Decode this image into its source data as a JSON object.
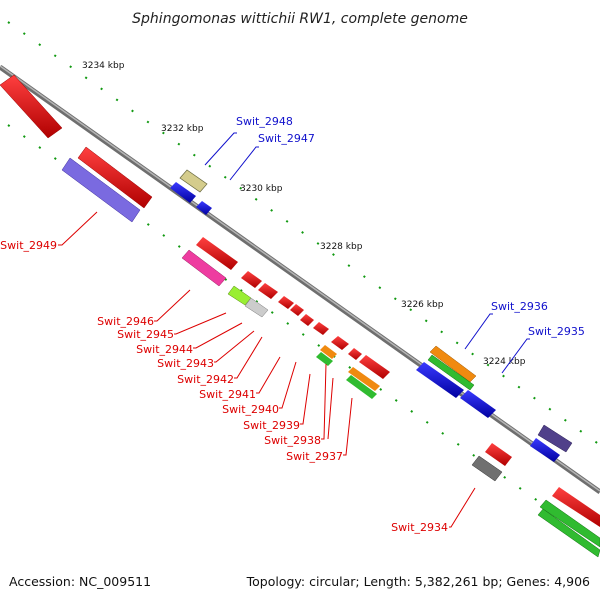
{
  "title": "Sphingomonas wittichii RW1, complete genome",
  "footer": {
    "accession": "Accession: NC_009511",
    "summary": "Topology: circular; Length: 5,382,261 bp; Genes: 4,906"
  },
  "scale_labels": [
    "3234 kbp",
    "3232 kbp",
    "3230 kbp",
    "3228 kbp",
    "3226 kbp",
    "3224 kbp"
  ],
  "genes": {
    "upper": [
      "Swit_2948",
      "Swit_2947",
      "Swit_2936",
      "Swit_2935"
    ],
    "lower": [
      "Swit_2949",
      "Swit_2946",
      "Swit_2945",
      "Swit_2944",
      "Swit_2943",
      "Swit_2942",
      "Swit_2941",
      "Swit_2940",
      "Swit_2939",
      "Swit_2938",
      "Swit_2937",
      "Swit_2934"
    ]
  },
  "colors": {
    "upper_label": "#1010cc",
    "lower_label": "#dd0000",
    "backbone": "#888888",
    "ticks": "#119911"
  }
}
